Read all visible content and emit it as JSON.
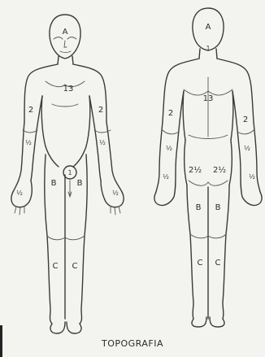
{
  "caption": "TOPOGRAFIA",
  "front_labels": {
    "head": "A",
    "torso": "13",
    "arm_left": "2",
    "arm_right": "2",
    "forearm_left": "½",
    "forearm_right": "½",
    "pelvis": "1",
    "hand_left": "½",
    "hand_right": "½",
    "thigh_left": "B",
    "thigh_right": "B",
    "leg_left": "C",
    "leg_right": "C"
  },
  "back_labels": {
    "head": "A",
    "neck": "1",
    "torso": "13",
    "arm_left": "2",
    "arm_right": "2",
    "forearm_left": "½",
    "forearm_right": "½",
    "buttock_left": "2½",
    "buttock_right": "2½",
    "hand_left": "½",
    "hand_right": "½",
    "thigh_left": "B",
    "thigh_right": "B",
    "leg_left": "C",
    "leg_right": "C"
  }
}
